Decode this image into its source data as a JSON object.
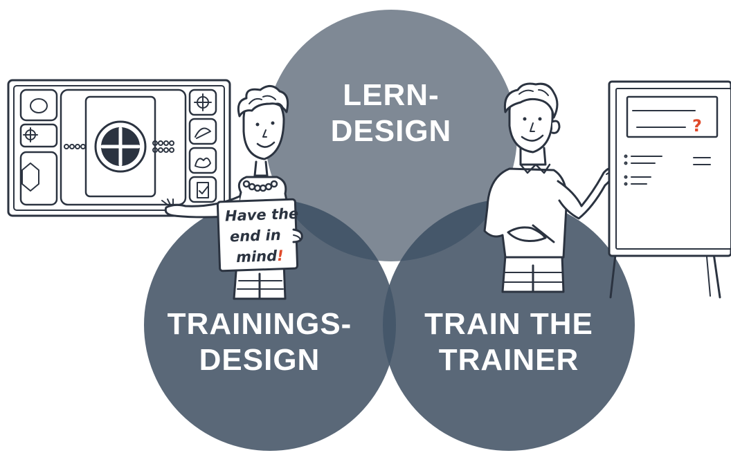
{
  "diagram": {
    "circles": [
      {
        "id": "top",
        "label_lines": [
          "LERN-",
          "DESIGN"
        ]
      },
      {
        "id": "left",
        "label_lines": [
          "TRAININGS-",
          "DESIGN"
        ]
      },
      {
        "id": "right",
        "label_lines": [
          "TRAIN THE",
          "TRAINER"
        ]
      }
    ],
    "sign": {
      "lines": [
        "Have the",
        "end in",
        "mind"
      ],
      "exclamation": "!"
    },
    "flipchart_mark": "?",
    "colors": {
      "circle_top": "#7f8995",
      "circle_bottom": "#5a6878",
      "overlap": "#45576a",
      "center": "#3b4c5e",
      "ink": "#2b3340",
      "accent": "#e04a2a"
    }
  }
}
